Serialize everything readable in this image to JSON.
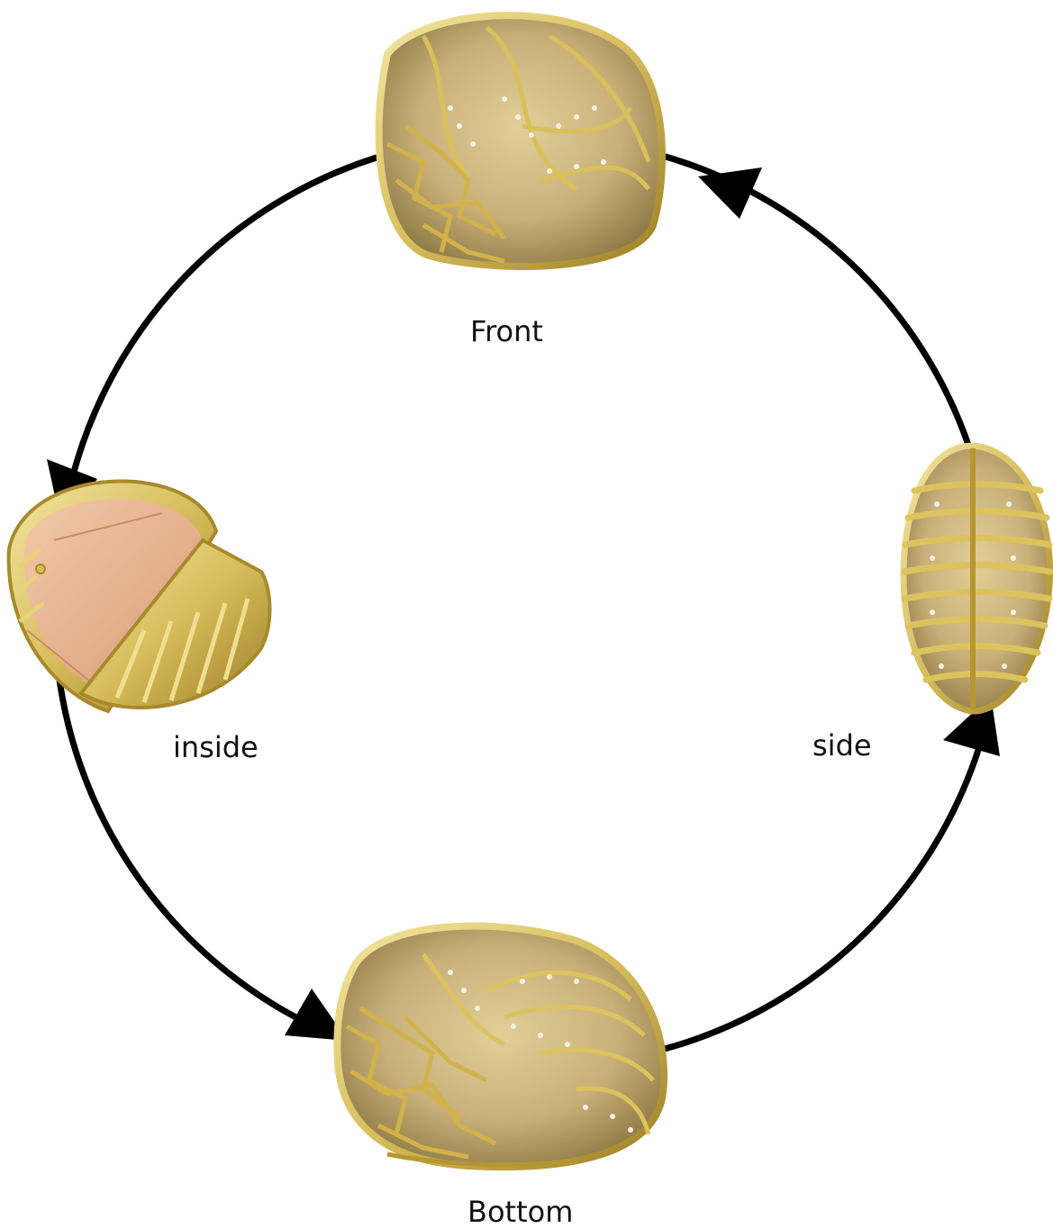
{
  "labels": {
    "front": "Front",
    "side": "side",
    "inside": "inside",
    "bottom": "Bottom"
  },
  "colors": {
    "arrow": "#000000",
    "gold": "#d9c46a",
    "gold_dark": "#a88a2c",
    "glitter": "#c8b27a",
    "lining": "#e9b896"
  },
  "views": [
    {
      "key": "front",
      "icon": "clutch-front-photo"
    },
    {
      "key": "side",
      "icon": "clutch-side-photo"
    },
    {
      "key": "bottom",
      "icon": "clutch-bottom-photo"
    },
    {
      "key": "inside",
      "icon": "clutch-open-inside-photo"
    }
  ]
}
